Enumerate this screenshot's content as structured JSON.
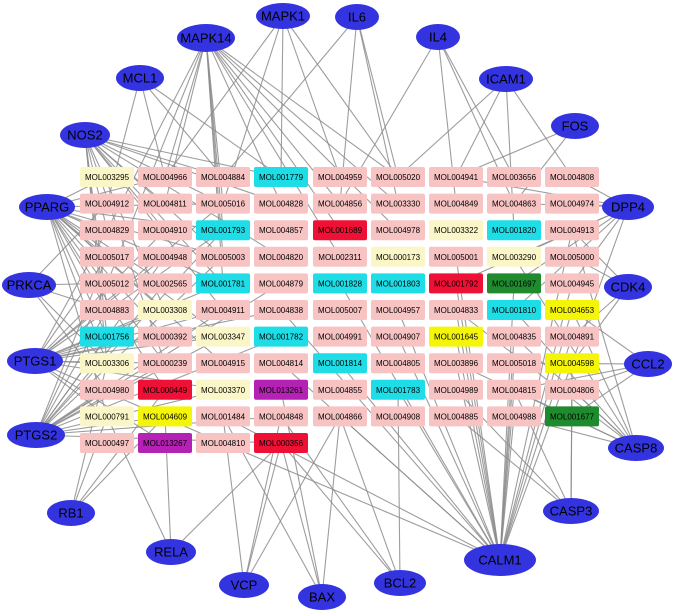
{
  "colors": {
    "edge": "#8c8c8c",
    "target_fill": "#3333e0",
    "mol_pink": "#f7c3c3",
    "mol_cream": "#fbf6c8",
    "mol_cyan": "#1fdde6",
    "mol_red": "#ee1035",
    "mol_green": "#1f8a2e",
    "mol_yellow": "#f5f50a",
    "mol_purple": "#b521b5"
  },
  "targets": [
    {
      "id": "MAPK14",
      "label": "MAPK14"
    },
    {
      "id": "MAPK1",
      "label": "MAPK1"
    },
    {
      "id": "IL6",
      "label": "IL6"
    },
    {
      "id": "IL4",
      "label": "IL4"
    },
    {
      "id": "MCL1",
      "label": "MCL1"
    },
    {
      "id": "ICAM1",
      "label": "ICAM1"
    },
    {
      "id": "FOS",
      "label": "FOS"
    },
    {
      "id": "NOS2",
      "label": "NOS2"
    },
    {
      "id": "PPARG",
      "label": "PPARG"
    },
    {
      "id": "DPP4",
      "label": "DPP4"
    },
    {
      "id": "PRKCA",
      "label": "PRKCA"
    },
    {
      "id": "CDK4",
      "label": "CDK4"
    },
    {
      "id": "PTGS1",
      "label": "PTGS1"
    },
    {
      "id": "CCL2",
      "label": "CCL2"
    },
    {
      "id": "PTGS2",
      "label": "PTGS2"
    },
    {
      "id": "CASP8",
      "label": "CASP8"
    },
    {
      "id": "RB1",
      "label": "RB1"
    },
    {
      "id": "CASP3",
      "label": "CASP3"
    },
    {
      "id": "RELA",
      "label": "RELA"
    },
    {
      "id": "CALM1",
      "label": "CALM1"
    },
    {
      "id": "VCP",
      "label": "VCP"
    },
    {
      "id": "BAX",
      "label": "BAX"
    },
    {
      "id": "BCL2",
      "label": "BCL2"
    }
  ],
  "molecule_columns": [
    [
      {
        "label": "MOL003295",
        "color": "cream"
      },
      {
        "label": "MOL004912",
        "color": "pink"
      },
      {
        "label": "MOL004829",
        "color": "pink"
      },
      {
        "label": "MOL005017",
        "color": "pink"
      },
      {
        "label": "MOL005012",
        "color": "pink"
      },
      {
        "label": "MOL004883",
        "color": "pink"
      },
      {
        "label": "MOL001756",
        "color": "cyan"
      },
      {
        "label": "MOL003306",
        "color": "cream"
      },
      {
        "label": "MOL004980",
        "color": "pink"
      },
      {
        "label": "MOL000791",
        "color": "cream"
      },
      {
        "label": "MOL000497",
        "color": "pink"
      }
    ],
    [
      {
        "label": "MOL004966",
        "color": "pink"
      },
      {
        "label": "MOL004811",
        "color": "pink"
      },
      {
        "label": "MOL004910",
        "color": "pink"
      },
      {
        "label": "MOL004948",
        "color": "pink"
      },
      {
        "label": "MOL002565",
        "color": "pink"
      },
      {
        "label": "MOL003308",
        "color": "cream"
      },
      {
        "label": "MOL000392",
        "color": "pink"
      },
      {
        "label": "MOL000239",
        "color": "pink"
      },
      {
        "label": "MOL000449",
        "color": "red"
      },
      {
        "label": "MOL004609",
        "color": "yellow"
      },
      {
        "label": "MOL013267",
        "color": "purple"
      }
    ],
    [
      {
        "label": "MOL004884",
        "color": "pink"
      },
      {
        "label": "MOL005016",
        "color": "pink"
      },
      {
        "label": "MOL001793",
        "color": "cyan"
      },
      {
        "label": "MOL005003",
        "color": "pink"
      },
      {
        "label": "MOL001781",
        "color": "cyan"
      },
      {
        "label": "MOL004911",
        "color": "pink"
      },
      {
        "label": "MOL003347",
        "color": "cream"
      },
      {
        "label": "MOL004915",
        "color": "pink"
      },
      {
        "label": "MOL003370",
        "color": "cream"
      },
      {
        "label": "MOL001484",
        "color": "pink"
      },
      {
        "label": "MOL004810",
        "color": "pink"
      }
    ],
    [
      {
        "label": "MOL001779",
        "color": "cyan"
      },
      {
        "label": "MOL004828",
        "color": "pink"
      },
      {
        "label": "MOL004857",
        "color": "pink"
      },
      {
        "label": "MOL004820",
        "color": "pink"
      },
      {
        "label": "MOL004879",
        "color": "pink"
      },
      {
        "label": "MOL004838",
        "color": "pink"
      },
      {
        "label": "MOL001782",
        "color": "cyan"
      },
      {
        "label": "MOL004814",
        "color": "pink"
      },
      {
        "label": "MOL013261",
        "color": "purple"
      },
      {
        "label": "MOL004848",
        "color": "pink"
      },
      {
        "label": "MOL000356",
        "color": "red"
      }
    ],
    [
      {
        "label": "MOL004959",
        "color": "pink"
      },
      {
        "label": "MOL004856",
        "color": "pink"
      },
      {
        "label": "MOL001689",
        "color": "red"
      },
      {
        "label": "MOL002311",
        "color": "pink"
      },
      {
        "label": "MOL001828",
        "color": "cyan"
      },
      {
        "label": "MOL005007",
        "color": "pink"
      },
      {
        "label": "MOL004991",
        "color": "pink"
      },
      {
        "label": "MOL001814",
        "color": "cyan"
      },
      {
        "label": "MOL004855",
        "color": "pink"
      },
      {
        "label": "MOL004866",
        "color": "pink"
      }
    ],
    [
      {
        "label": "MOL005020",
        "color": "pink"
      },
      {
        "label": "MOL003330",
        "color": "pink"
      },
      {
        "label": "MOL004978",
        "color": "pink"
      },
      {
        "label": "MOL000173",
        "color": "cream"
      },
      {
        "label": "MOL001803",
        "color": "cyan"
      },
      {
        "label": "MOL004957",
        "color": "pink"
      },
      {
        "label": "MOL004907",
        "color": "pink"
      },
      {
        "label": "MOL004805",
        "color": "pink"
      },
      {
        "label": "MOL001783",
        "color": "cyan"
      },
      {
        "label": "MOL004908",
        "color": "pink"
      }
    ],
    [
      {
        "label": "MOL004941",
        "color": "pink"
      },
      {
        "label": "MOL004849",
        "color": "pink"
      },
      {
        "label": "MOL003322",
        "color": "cream"
      },
      {
        "label": "MOL005001",
        "color": "pink"
      },
      {
        "label": "MOL001792",
        "color": "red"
      },
      {
        "label": "MOL004833",
        "color": "pink"
      },
      {
        "label": "MOL001645",
        "color": "yellow"
      },
      {
        "label": "MOL003896",
        "color": "pink"
      },
      {
        "label": "MOL004989",
        "color": "pink"
      },
      {
        "label": "MOL004885",
        "color": "pink"
      }
    ],
    [
      {
        "label": "MOL003656",
        "color": "pink"
      },
      {
        "label": "MOL004863",
        "color": "pink"
      },
      {
        "label": "MOL001820",
        "color": "cyan"
      },
      {
        "label": "MOL003290",
        "color": "cream"
      },
      {
        "label": "MOL001697",
        "color": "green"
      },
      {
        "label": "MOL001810",
        "color": "cyan"
      },
      {
        "label": "MOL004835",
        "color": "pink"
      },
      {
        "label": "MOL005018",
        "color": "pink"
      },
      {
        "label": "MOL004815",
        "color": "pink"
      },
      {
        "label": "MOL004988",
        "color": "pink"
      }
    ],
    [
      {
        "label": "MOL004808",
        "color": "pink"
      },
      {
        "label": "MOL004974",
        "color": "pink"
      },
      {
        "label": "MOL004913",
        "color": "pink"
      },
      {
        "label": "MOL005000",
        "color": "pink"
      },
      {
        "label": "MOL004945",
        "color": "pink"
      },
      {
        "label": "MOL004653",
        "color": "yellow"
      },
      {
        "label": "MOL004891",
        "color": "pink"
      },
      {
        "label": "MOL004598",
        "color": "yellow"
      },
      {
        "label": "MOL004806",
        "color": "pink"
      },
      {
        "label": "MOL001677",
        "color": "green"
      }
    ]
  ]
}
